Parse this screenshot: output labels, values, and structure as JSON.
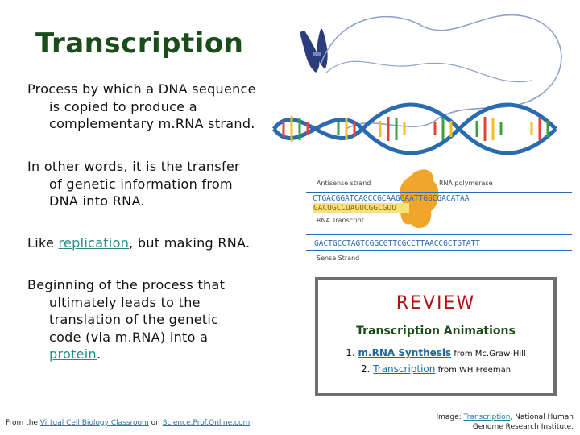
{
  "slide": {
    "title": "Transcription",
    "para1_line1": "Process by which a DNA sequence",
    "para1_line2": "is copied to produce a",
    "para1_line3": "complementary m.RNA strand.",
    "para2_line1": "In other words, it is the transfer",
    "para2_line2": "of genetic information from",
    "para2_line3": "DNA into RNA.",
    "para3_prefix": "Like ",
    "para3_link": "replication",
    "para3_suffix": ", but making RNA.",
    "para4_line1": "Beginning of the process that",
    "para4_line2": "ultimately leads to the",
    "para4_line3": "translation of the genetic",
    "para4_line4": "code (via m.RNA) into a",
    "para4_link": "protein",
    "para4_end": "."
  },
  "diagram": {
    "antisense_label": "Antisense strand",
    "polymerase_label": "RNA polymerase",
    "antisense_seq": "CTGACGGATCAGCCGCAAGGAATTGGCGACATAA",
    "rna_seq": "GACUGCCUAGUCGGCGUU",
    "rna_label": "RNA Transcript",
    "sense_seq": "GACTGCCTAGTCGGCGTTCGCCTTAACCGCTGTATT",
    "sense_label": "Sense Strand"
  },
  "review": {
    "title": "REVIEW",
    "subtitle": "Transcription Animations",
    "item1_num": "1. ",
    "item1_link": "m.RNA Synthesis",
    "item1_src": " from Mc.Graw-Hill",
    "item2_num": "2. ",
    "item2_link": "Transcription",
    "item2_src": " from WH  Freeman"
  },
  "footer": {
    "left_prefix": "From the  ",
    "left_link1": "Virtual Cell Biology Classroom",
    "left_mid": " on ",
    "left_link2": "Science.Prof.Online.com",
    "right_prefix": "Image: ",
    "right_link": "Transcription",
    "right_line1_suffix": ", National Human",
    "right_line2": "Genome Research Institute."
  },
  "colors": {
    "title": "#1a4d1a",
    "link": "#2a8a8a",
    "review_title": "#b01212",
    "polymerase": "#f0a020",
    "chromosome": "#2b3d7a"
  }
}
